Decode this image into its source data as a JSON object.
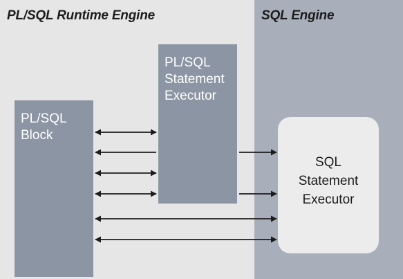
{
  "panes": {
    "runtime": {
      "title": "PL/SQL Runtime Engine"
    },
    "sql": {
      "title": "SQL Engine"
    }
  },
  "blocks": {
    "plsql_block": {
      "lines": [
        "PL/SQL",
        "Block"
      ]
    },
    "plsql_executor": {
      "lines": [
        "PL/SQL",
        "Statement",
        "Executor"
      ]
    },
    "sql_executor": {
      "lines": [
        "SQL",
        "Statement",
        "Executor"
      ]
    }
  },
  "colors": {
    "runtime_background": "#e6e6e7",
    "sql_background": "#a8afbb",
    "block_fill": "#8b95a3",
    "sql_executor_fill": "#ececec",
    "arrow": "#1c1c1c"
  }
}
